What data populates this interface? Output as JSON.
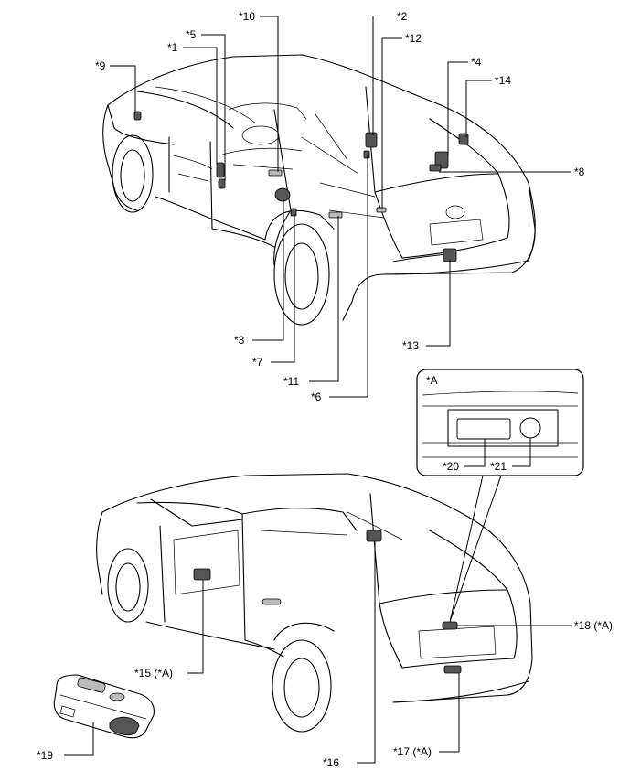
{
  "labels": {
    "l1": "*1",
    "l2": "*2",
    "l3": "*3",
    "l4": "*4",
    "l5": "*5",
    "l6": "*6",
    "l7": "*7",
    "l8": "*8",
    "l9": "*9",
    "l10": "*10",
    "l11": "*11",
    "l12": "*12",
    "l13": "*13",
    "l14": "*14",
    "l15": "*15 (*A)",
    "l16": "*16",
    "l17": "*17 (*A)",
    "l18": "*18 (*A)",
    "l19": "*19",
    "l20": "*20",
    "l21": "*21"
  },
  "inset": {
    "title": "*A"
  }
}
